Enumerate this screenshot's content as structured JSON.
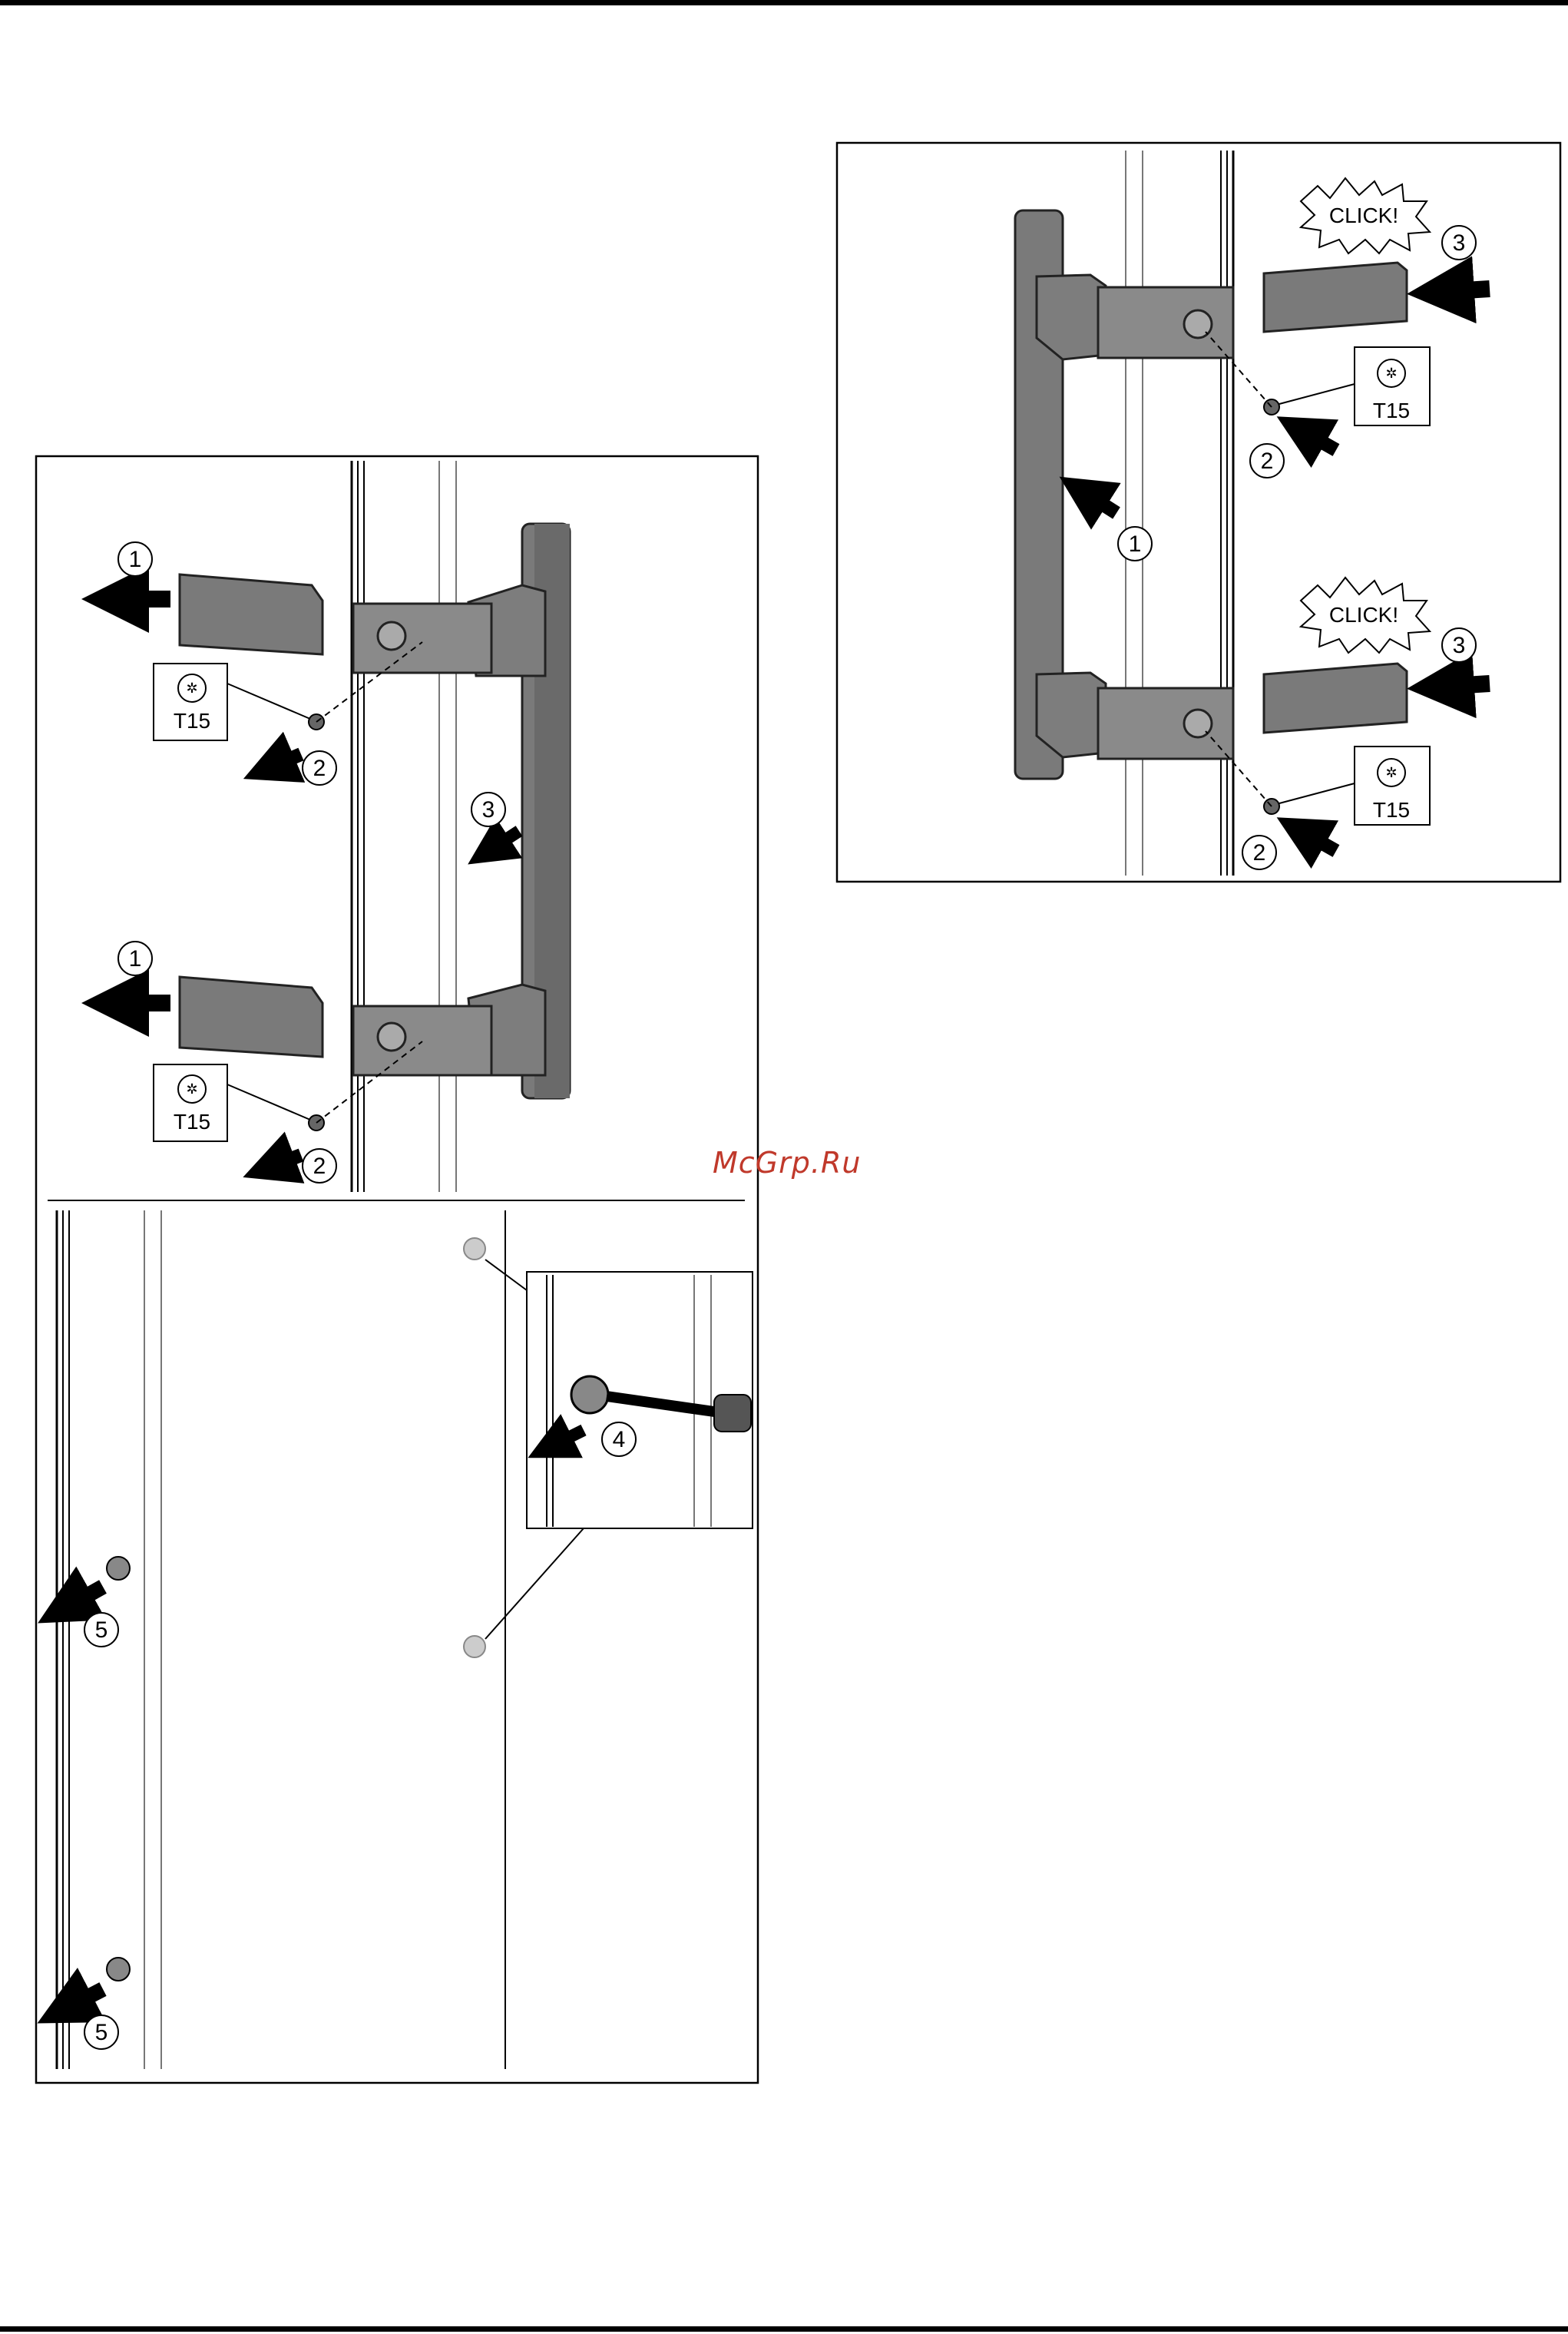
{
  "watermark": "McGrp.Ru",
  "figure_removal": {
    "step_numbers": [
      "1",
      "2",
      "3",
      "1",
      "2",
      "4",
      "5",
      "5"
    ],
    "tool_label_top": "T15",
    "tool_label_bottom": "T15"
  },
  "figure_install": {
    "click_text_top": "CLICK!",
    "click_text_bottom": "CLICK!",
    "step_numbers": [
      "1",
      "2",
      "3",
      "2",
      "3"
    ],
    "tool_label_top": "T15",
    "tool_label_bottom": "T15"
  }
}
